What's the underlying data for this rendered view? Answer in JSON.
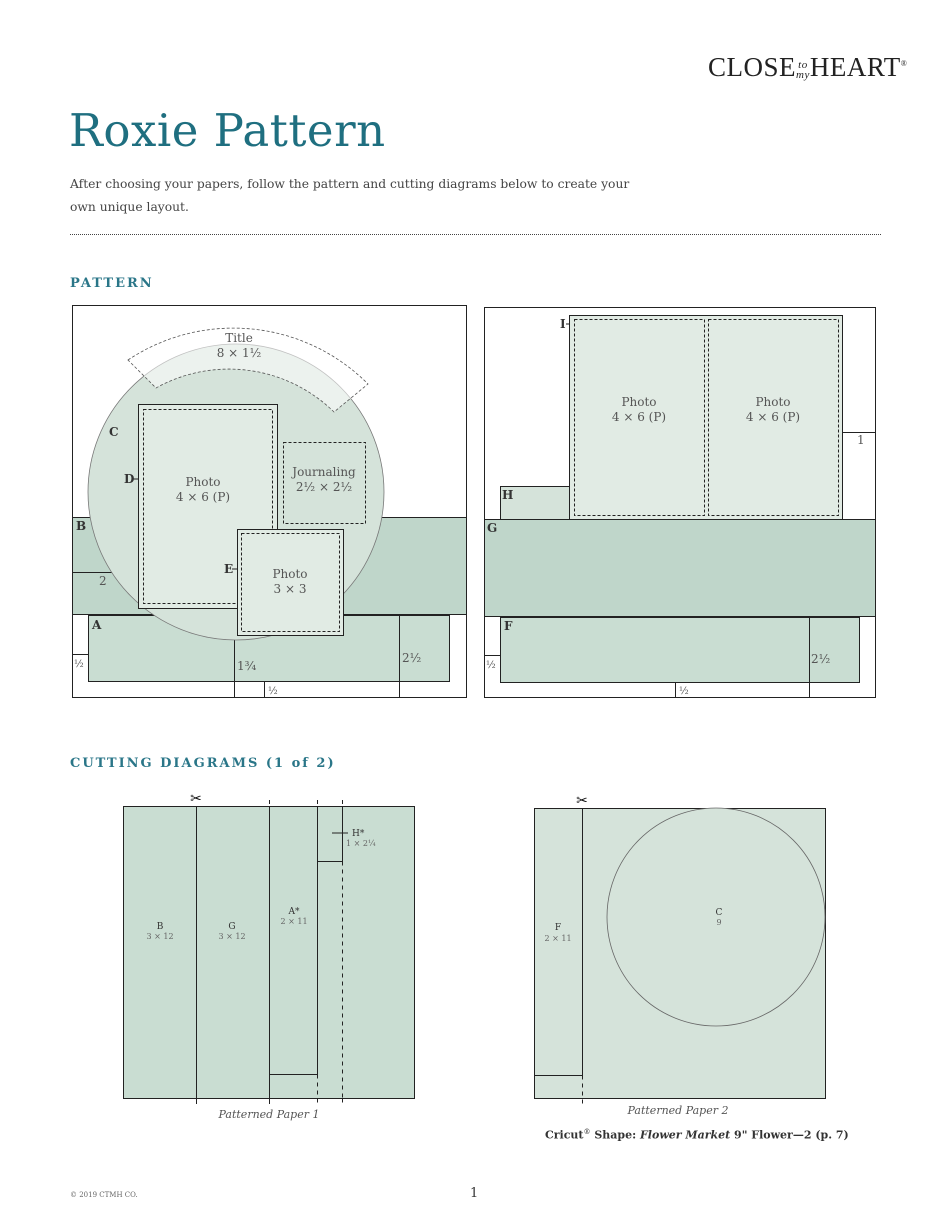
{
  "header": {
    "logo": {
      "part1": "CLOSE",
      "part2_top": "to",
      "part2_bottom": "my",
      "part3": "HEART",
      "mark": "®"
    },
    "title": "Roxie Pattern",
    "intro": "After choosing your papers, follow the pattern and cutting diagrams below to create your own unique layout."
  },
  "pattern": {
    "heading": "PATTERN",
    "left_page": {
      "title_box": {
        "label": "Title",
        "size": "8 × 1½"
      },
      "photo_large": {
        "label": "Photo",
        "size": "4 × 6 (P)"
      },
      "journaling": {
        "label": "Journaling",
        "size": "2½ × 2½"
      },
      "photo_small": {
        "label": "Photo",
        "size": "3 × 3"
      },
      "letters": {
        "a": "A",
        "b": "B",
        "c": "C",
        "d": "D",
        "e": "E"
      },
      "measurements": {
        "m2": "2",
        "half_left": "½",
        "one_three_quarter": "1¾",
        "two_half": "2½",
        "half_bottom": "½"
      }
    },
    "right_page": {
      "photo_left": {
        "label": "Photo",
        "size": "4 × 6 (P)"
      },
      "photo_right": {
        "label": "Photo",
        "size": "4 × 6 (P)"
      },
      "letters": {
        "f": "F",
        "g": "G",
        "h": "H",
        "i": "I"
      },
      "measurements": {
        "one": "1",
        "half_left": "½",
        "two_half": "2½",
        "half_bottom": "½"
      }
    }
  },
  "cutting": {
    "heading": "CUTTING DIAGRAMS (1 of 2)",
    "paper1": {
      "caption": "Patterned Paper 1",
      "pieces": [
        {
          "letter": "B",
          "size": "3 × 12"
        },
        {
          "letter": "G",
          "size": "3 × 12"
        },
        {
          "letter": "A*",
          "size": "2 × 11"
        },
        {
          "letter": "H*",
          "size": "1 × 2¼"
        }
      ]
    },
    "paper2": {
      "caption": "Patterned Paper 2",
      "pieces": [
        {
          "letter": "F",
          "size": "2 × 11"
        },
        {
          "letter": "C",
          "size": "9"
        }
      ],
      "cricut": {
        "prefix": "Cricut",
        "mark": "®",
        "shape_label": " Shape: ",
        "collection": "Flower Market",
        "suffix": " 9\" Flower—2 (p. 7)"
      }
    },
    "scissors_icon": "✂"
  },
  "footer": {
    "copyright": "© 2019 CTMH CO.",
    "page_number": "1"
  },
  "colors": {
    "accent": "#1f6f80",
    "paper_dark": "#bfd6ca",
    "paper_mid": "#c9ddd2",
    "paper_light": "#d5e3da",
    "photo_fill": "#e1ebe4"
  }
}
